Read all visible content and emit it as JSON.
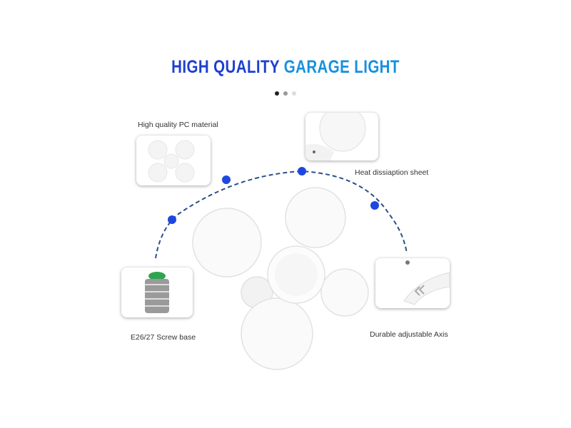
{
  "title": {
    "part1": "HIGH QUALITY ",
    "part2": "GARAGE LIGHT"
  },
  "carousel": {
    "active_index": 0,
    "count": 3
  },
  "features": {
    "pc_material": "High quality PC material",
    "heat_sheet": "Heat dissiaption sheet",
    "screw_base": "E26/27 Screw base",
    "axis": "Durable adjustable Axis"
  },
  "colors": {
    "title_dark": "#1d3fd0",
    "title_light": "#1690e0",
    "arc_dot": "#1f47e0",
    "arc_line": "#2a4f8a"
  }
}
